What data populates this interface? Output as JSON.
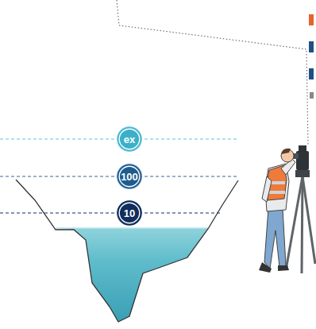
{
  "diagram": {
    "nodes": [
      {
        "text": [
          "ex"
        ]
      },
      {
        "text": [
          "100"
        ]
      },
      {
        "text": [
          "10"
        ]
      }
    ]
  }
}
